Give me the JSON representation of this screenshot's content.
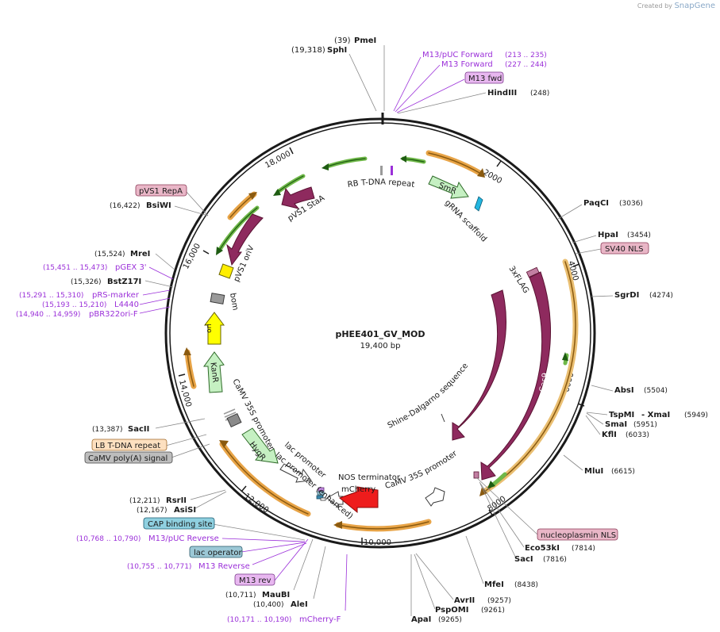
{
  "brand": {
    "prefix": "Created by",
    "name": "SnapGene"
  },
  "plasmid": {
    "name": "pHEE401_GV_MOD",
    "length_label": "19,400 bp"
  },
  "ticks": [
    "2000",
    "4000",
    "6000",
    "8000",
    "10,000",
    "12,000",
    "14,000",
    "16,000",
    "18,000"
  ],
  "features": [
    {
      "label": "RB T-DNA repeat"
    },
    {
      "label": "SmR"
    },
    {
      "label": "gRNA scaffold"
    },
    {
      "label": "3xFLAG"
    },
    {
      "label": "Cas9"
    },
    {
      "label": "Cas9"
    },
    {
      "label": "Shine-Dalgarno sequence"
    },
    {
      "label": "CaMV 35S promoter"
    },
    {
      "label": "NOS terminator"
    },
    {
      "label": "mCherry"
    },
    {
      "label": "lac promoter"
    },
    {
      "label": "lac promoter (enhanced)"
    },
    {
      "label": "HygR"
    },
    {
      "label": "CaMV 35S promoter"
    },
    {
      "label": "KanR"
    },
    {
      "label": "ori"
    },
    {
      "label": "bom"
    },
    {
      "label": "pVS1 oriV"
    },
    {
      "label": "pVS1 StaA"
    }
  ],
  "sites": [
    {
      "name": "PmeI",
      "pos": "(39)"
    },
    {
      "name": "SphI",
      "pos": "(19,318)"
    },
    {
      "name": "M13/pUC Forward",
      "pos": "(213 .. 235)"
    },
    {
      "name": "M13 Forward",
      "pos": "(227 .. 244)"
    },
    {
      "name": "M13 fwd",
      "pos": ""
    },
    {
      "name": "HindIII",
      "pos": "(248)"
    },
    {
      "name": "PaqCI",
      "pos": "(3036)"
    },
    {
      "name": "HpaI",
      "pos": "(3454)"
    },
    {
      "name": "SV40 NLS",
      "pos": ""
    },
    {
      "name": "SgrDI",
      "pos": "(4274)"
    },
    {
      "name": "AbsI",
      "pos": "(5504)"
    },
    {
      "name": "TspMI",
      "pos": ""
    },
    {
      "name": "- XmaI",
      "pos": "(5949)"
    },
    {
      "name": "SmaI",
      "pos": "(5951)"
    },
    {
      "name": "KflI",
      "pos": "(6033)"
    },
    {
      "name": "MluI",
      "pos": "(6615)"
    },
    {
      "name": "nucleoplasmin NLS",
      "pos": ""
    },
    {
      "name": "Eco53kI",
      "pos": "(7814)"
    },
    {
      "name": "SacI",
      "pos": "(7816)"
    },
    {
      "name": "MfeI",
      "pos": "(8438)"
    },
    {
      "name": "AvrII",
      "pos": "(9257)"
    },
    {
      "name": "PspOMI",
      "pos": "(9261)"
    },
    {
      "name": "ApaI",
      "pos": "(9265)"
    },
    {
      "name": "mCherry-F",
      "pos": "(10,171 .. 10,190)"
    },
    {
      "name": "AleI",
      "pos": "(10,400)"
    },
    {
      "name": "MauBI",
      "pos": "(10,711)"
    },
    {
      "name": "M13 rev",
      "pos": ""
    },
    {
      "name": "M13 Reverse",
      "pos": "(10,755 .. 10,771)"
    },
    {
      "name": "lac operator",
      "pos": ""
    },
    {
      "name": "M13/pUC Reverse",
      "pos": "(10,768 .. 10,790)"
    },
    {
      "name": "CAP binding site",
      "pos": ""
    },
    {
      "name": "AsiSI",
      "pos": "(12,167)"
    },
    {
      "name": "RsrII",
      "pos": "(12,211)"
    },
    {
      "name": "CaMV poly(A) signal",
      "pos": ""
    },
    {
      "name": "LB T-DNA repeat",
      "pos": ""
    },
    {
      "name": "SacII",
      "pos": "(13,387)"
    },
    {
      "name": "pBR322ori-F",
      "pos": "(14,940 .. 14,959)"
    },
    {
      "name": "L4440",
      "pos": "(15,193 .. 15,210)"
    },
    {
      "name": "pRS-marker",
      "pos": "(15,291 .. 15,310)"
    },
    {
      "name": "BstZ17I",
      "pos": "(15,326)"
    },
    {
      "name": "pGEX 3'",
      "pos": "(15,451 .. 15,473)"
    },
    {
      "name": "MreI",
      "pos": "(15,524)"
    },
    {
      "name": "BsiWI",
      "pos": "(16,422)"
    },
    {
      "name": "pVS1 RepA",
      "pos": ""
    }
  ],
  "colors": {
    "backbone": "#1a1a1a",
    "cds": "#8e2a5e",
    "primer": "#9b30d9",
    "green": "#2e8b22",
    "orange": "#e39a2c"
  }
}
